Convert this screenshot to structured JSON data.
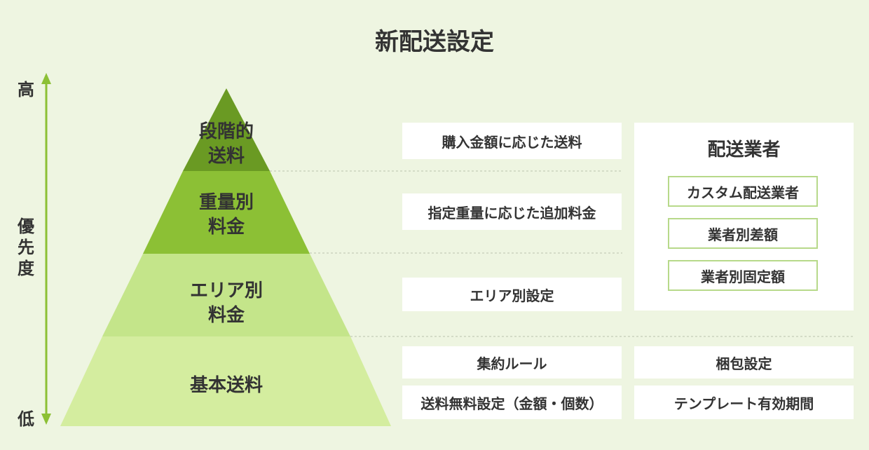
{
  "title": "新配送設定",
  "priority_axis": {
    "high": "高",
    "label": "優\n先\n度",
    "low": "低"
  },
  "pyramid": {
    "tiers": [
      {
        "label": "段階的\n送料",
        "color": "#6a9a23"
      },
      {
        "label": "重量別\n料金",
        "color": "#8cc035"
      },
      {
        "label": "エリア別\n料金",
        "color": "#c4e58a"
      },
      {
        "label": "基本送料",
        "color": "#d4ed9f"
      }
    ]
  },
  "settings": {
    "tier_purchase_amount": "購入金額に応じた送料",
    "weight_additional": "指定重量に応じた追加料金",
    "area_setting": "エリア別設定",
    "consolidation_rule": "集約ルール",
    "free_shipping": "送料無料設定（金額・個数）",
    "packaging_setting": "梱包設定",
    "template_period": "テンプレート有効期間"
  },
  "carriers": {
    "title": "配送業者",
    "items": [
      "カスタム配送業者",
      "業者別差額",
      "業者別固定額"
    ]
  },
  "colors": {
    "background": "#eef5e1",
    "axis_arrow": "#8cc035",
    "carrier_border": "#b7d98a"
  }
}
